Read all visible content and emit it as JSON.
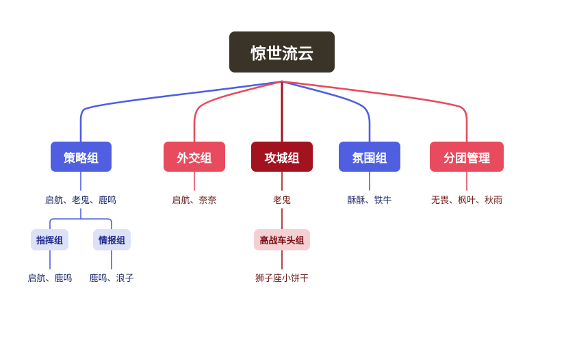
{
  "colors": {
    "root_bg": "#3a3328",
    "root_text": "#ffffff",
    "blue": "#4f5fe0",
    "red": "#e84b5d",
    "crimson": "#a3121f",
    "sub_blue_bg": "#dde1f8",
    "sub_blue_text": "#1f2a8a",
    "sub_red_bg": "#f4d0d2",
    "sub_red_text": "#7a1018",
    "member_blue": "#1f2a6a",
    "member_red": "#6a1a1a"
  },
  "root": {
    "label": "惊世流云"
  },
  "groups": [
    {
      "id": "strategy",
      "label": "策略组",
      "color": "blue",
      "members": "启航、老鬼、鹿鸣"
    },
    {
      "id": "diplomacy",
      "label": "外交组",
      "color": "red",
      "members": "启航、奈奈"
    },
    {
      "id": "siege",
      "label": "攻城组",
      "color": "crimson",
      "members": "老鬼"
    },
    {
      "id": "atmosphere",
      "label": "氛围组",
      "color": "blue",
      "members": "酥酥、铁牛"
    },
    {
      "id": "branch",
      "label": "分团管理",
      "color": "red",
      "members": "无畏、枫叶、秋雨"
    }
  ],
  "subgroups": [
    {
      "id": "command",
      "parent": "strategy",
      "label": "指挥组",
      "members": "启航、鹿鸣"
    },
    {
      "id": "intel",
      "parent": "strategy",
      "label": "情报组",
      "members": "鹿鸣、浪子"
    },
    {
      "id": "chariot",
      "parent": "siege",
      "label": "高战车头组",
      "members": "狮子座小饼干"
    }
  ]
}
